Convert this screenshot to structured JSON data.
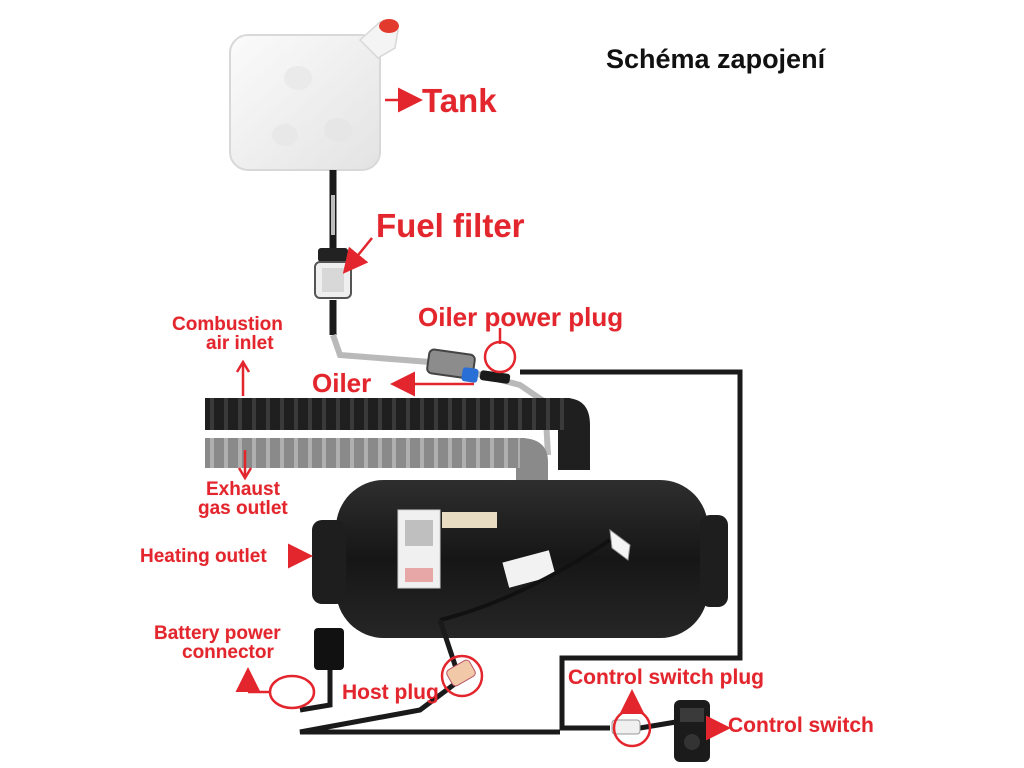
{
  "title": "Schéma zapojení",
  "labels": {
    "tank": "Tank",
    "fuel_filter": "Fuel filter",
    "oiler_power_plug": "Oiler power plug",
    "combustion_air_inlet_1": "Combustion",
    "combustion_air_inlet_2": "air inlet",
    "oiler": "Oiler",
    "exhaust_gas_outlet_1": "Exhaust",
    "exhaust_gas_outlet_2": "gas outlet",
    "heating_outlet": "Heating outlet",
    "battery_power_connector_1": "Battery power",
    "battery_power_connector_2": "connector",
    "host_plug": "Host plug",
    "control_switch_plug": "Control switch plug",
    "control_switch": "Control switch"
  },
  "colors": {
    "label": "#e3262d",
    "wire": "#1a1a1a",
    "heater_body": "#1c1c1c",
    "exhaust_hose": "#8f8f8f",
    "tank": "#f2f2f2",
    "tank_cap": "#e23b2e"
  }
}
